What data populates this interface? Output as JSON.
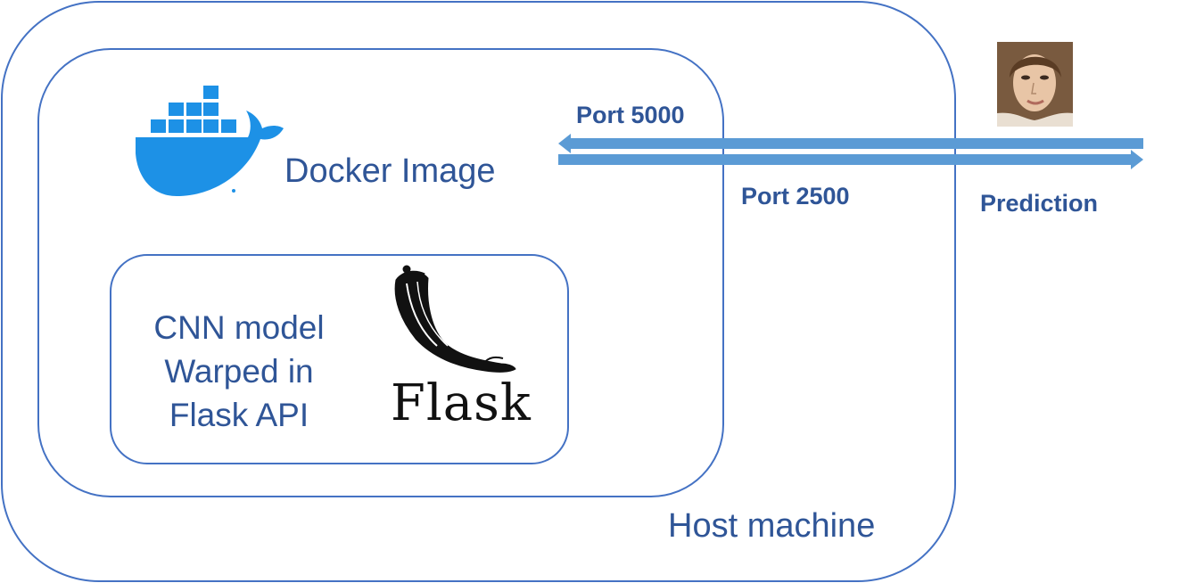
{
  "diagram": {
    "host_label": "Host machine",
    "docker_label": "Docker Image",
    "model_label": "CNN model Warped in Flask API",
    "flask_wordmark": "Flask",
    "port_top_label": "Port 5000",
    "port_bottom_label": "Port 2500",
    "output_label": "Prediction"
  },
  "colors": {
    "border": "#4472c4",
    "text": "#2f5597",
    "arrow": "#5b9bd5",
    "docker_blue": "#1d91e6"
  },
  "icons": [
    "docker-whale-logo",
    "flask-horn-logo",
    "face-photo"
  ]
}
